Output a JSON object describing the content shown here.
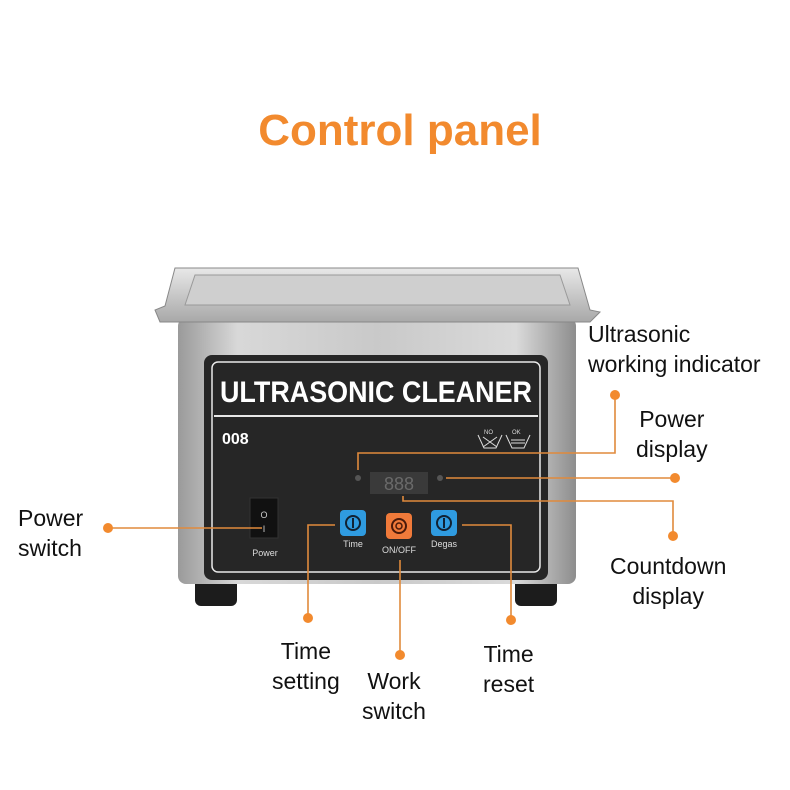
{
  "title": "Control panel",
  "accent_color": "#f28a2e",
  "device": {
    "brand_text": "ULTRASONIC CLEANER",
    "model": "008",
    "display": "888",
    "wash_icons": [
      "NO",
      "OK"
    ],
    "buttons": [
      {
        "label": "Time",
        "color": "#2f9be0"
      },
      {
        "label": "ON/OFF",
        "color": "#f07a3a"
      },
      {
        "label": "Degas",
        "color": "#2f9be0"
      }
    ],
    "switch_label": "Power"
  },
  "callouts": {
    "power_switch": [
      "Power",
      "switch"
    ],
    "ultrasonic_indicator": [
      "Ultrasonic",
      "working indicator"
    ],
    "power_display": [
      "Power",
      "display"
    ],
    "countdown_display": [
      "Countdown",
      "display"
    ],
    "time_setting": [
      "Time",
      "setting"
    ],
    "work_switch": [
      "Work",
      "switch"
    ],
    "time_reset": [
      "Time",
      "reset"
    ]
  }
}
